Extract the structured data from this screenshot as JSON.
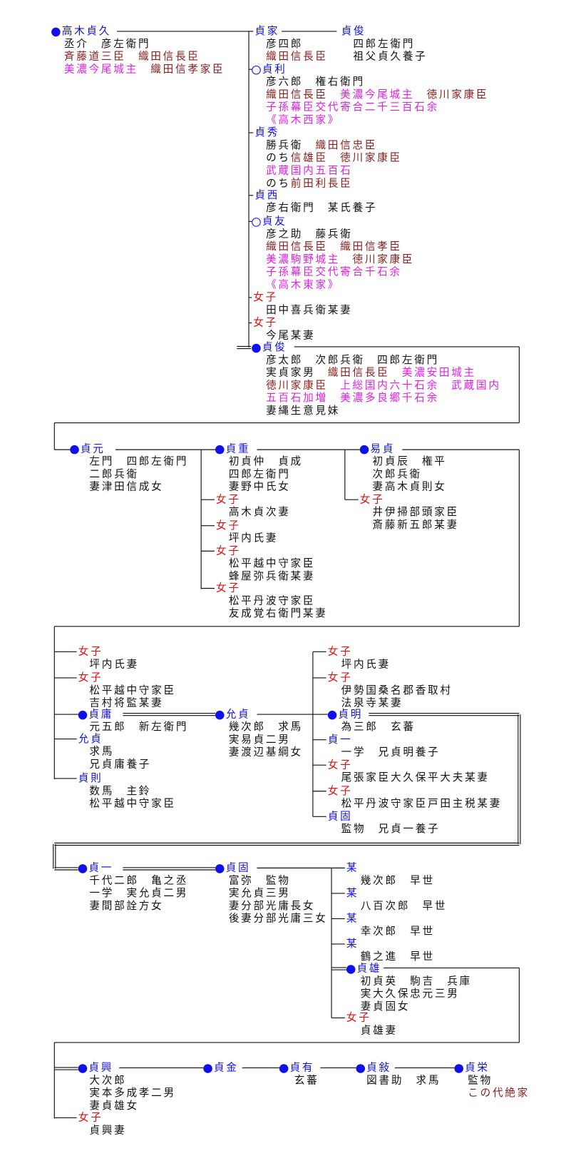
{
  "colors": {
    "name": "#1010e0",
    "daughter": "#e01010",
    "brown": "#8b1c1c",
    "magenta": "#e020e0",
    "marker": "#1010e8"
  },
  "nodes": [
    {
      "id": "n1",
      "name": "高木貞久",
      "kind": "name",
      "marker": "filled",
      "lines": [
        [
          {
            "c": "k",
            "t": "丞介　彦左衛門"
          }
        ],
        [
          {
            "c": "b",
            "t": "斉藤道三臣　織田信長臣"
          }
        ],
        [
          {
            "c": "m",
            "t": "美濃今尾城主　"
          },
          {
            "c": "b",
            "t": "織田信孝家臣"
          }
        ]
      ]
    },
    {
      "id": "n2",
      "name": "貞家",
      "kind": "name",
      "marker": "none",
      "lines": [
        [
          {
            "c": "k",
            "t": "彦四郎"
          }
        ],
        [
          {
            "c": "b",
            "t": "織田信長臣"
          }
        ]
      ]
    },
    {
      "id": "n3",
      "name": "貞俊",
      "kind": "name",
      "marker": "none",
      "lines": [
        [
          {
            "c": "k",
            "t": "四郎左衛門"
          }
        ],
        [
          {
            "c": "k",
            "t": "祖父貞久養子"
          }
        ]
      ]
    },
    {
      "id": "n4",
      "name": "貞利",
      "kind": "name",
      "marker": "hollow",
      "lines": [
        [
          {
            "c": "k",
            "t": "彦六郎　権右衛門"
          }
        ],
        [
          {
            "c": "b",
            "t": "織田信長臣　"
          },
          {
            "c": "m",
            "t": "美濃今尾城主　"
          },
          {
            "c": "b",
            "t": "徳川家康臣"
          }
        ],
        [
          {
            "c": "m",
            "t": "子孫幕臣交代寄合二千三百石余"
          }
        ],
        [
          {
            "c": "m",
            "t": "《高木西家》"
          }
        ]
      ]
    },
    {
      "id": "n5",
      "name": "貞秀",
      "kind": "name",
      "marker": "none",
      "lines": [
        [
          {
            "c": "k",
            "t": "勝兵衛　"
          },
          {
            "c": "b",
            "t": "織田信忠臣"
          }
        ],
        [
          {
            "c": "k",
            "t": "のち"
          },
          {
            "c": "b",
            "t": "信雄臣　徳川家康臣"
          }
        ],
        [
          {
            "c": "m",
            "t": "武蔵国内五百石"
          }
        ],
        [
          {
            "c": "k",
            "t": "のち"
          },
          {
            "c": "b",
            "t": "前田利長臣"
          }
        ]
      ]
    },
    {
      "id": "n6",
      "name": "貞西",
      "kind": "name",
      "marker": "none",
      "lines": [
        [
          {
            "c": "k",
            "t": "彦右衛門　某氏養子"
          }
        ]
      ]
    },
    {
      "id": "n7",
      "name": "貞友",
      "kind": "name",
      "marker": "hollow",
      "lines": [
        [
          {
            "c": "k",
            "t": "彦之助　藤兵衛"
          }
        ],
        [
          {
            "c": "b",
            "t": "織田信長臣　織田信孝臣"
          }
        ],
        [
          {
            "c": "m",
            "t": "美濃駒野城主　"
          },
          {
            "c": "b",
            "t": "徳川家康臣"
          }
        ],
        [
          {
            "c": "m",
            "t": "子孫幕臣交代寄合千石余"
          }
        ],
        [
          {
            "c": "m",
            "t": "《高木東家》"
          }
        ]
      ]
    },
    {
      "id": "n8",
      "name": "女子",
      "kind": "daughter",
      "marker": "none",
      "lines": [
        [
          {
            "c": "k",
            "t": "田中喜兵衛某妻"
          }
        ]
      ]
    },
    {
      "id": "n9",
      "name": "女子",
      "kind": "daughter",
      "marker": "none",
      "lines": [
        [
          {
            "c": "k",
            "t": "今尾某妻"
          }
        ]
      ]
    },
    {
      "id": "n10",
      "name": "貞俊",
      "kind": "name",
      "marker": "filled",
      "lines": [
        [
          {
            "c": "k",
            "t": "彦太郎　次郎兵衛　四郎左衛門"
          }
        ],
        [
          {
            "c": "k",
            "t": "実貞家男　"
          },
          {
            "c": "b",
            "t": "織田信長臣　"
          },
          {
            "c": "m",
            "t": "美濃安田城主"
          }
        ],
        [
          {
            "c": "b",
            "t": "徳川家康臣　"
          },
          {
            "c": "m",
            "t": "上総国内六十石余　武蔵国内"
          }
        ],
        [
          {
            "c": "m",
            "t": "五百石加増　美濃多良郷千石余"
          }
        ],
        [
          {
            "c": "k",
            "t": "妻縄生意見妹"
          }
        ]
      ]
    },
    {
      "id": "n11",
      "name": "貞元",
      "kind": "name",
      "marker": "filled",
      "lines": [
        [
          {
            "c": "k",
            "t": "左門　四郎左衛門"
          }
        ],
        [
          {
            "c": "k",
            "t": "二郎兵衛"
          }
        ],
        [
          {
            "c": "k",
            "t": "妻津田信成女"
          }
        ]
      ]
    },
    {
      "id": "n12",
      "name": "貞重",
      "kind": "name",
      "marker": "filled",
      "lines": [
        [
          {
            "c": "k",
            "t": "初貞仲　貞成"
          }
        ],
        [
          {
            "c": "k",
            "t": "四郎左衛門"
          }
        ],
        [
          {
            "c": "k",
            "t": "妻野中氏女"
          }
        ]
      ]
    },
    {
      "id": "n13",
      "name": "女子",
      "kind": "daughter",
      "marker": "none",
      "lines": [
        [
          {
            "c": "k",
            "t": "高木貞次妻"
          }
        ]
      ]
    },
    {
      "id": "n14",
      "name": "女子",
      "kind": "daughter",
      "marker": "none",
      "lines": [
        [
          {
            "c": "k",
            "t": "坪内氏妻"
          }
        ]
      ]
    },
    {
      "id": "n15",
      "name": "女子",
      "kind": "daughter",
      "marker": "none",
      "lines": [
        [
          {
            "c": "k",
            "t": "松平越中守家臣"
          }
        ],
        [
          {
            "c": "k",
            "t": "蜂屋弥兵衛某妻"
          }
        ]
      ]
    },
    {
      "id": "n16",
      "name": "女子",
      "kind": "daughter",
      "marker": "none",
      "lines": [
        [
          {
            "c": "k",
            "t": "松平丹波守家臣"
          }
        ],
        [
          {
            "c": "k",
            "t": "友成覚右衛門某妻"
          }
        ]
      ]
    },
    {
      "id": "n17",
      "name": "易貞",
      "kind": "name",
      "marker": "filled",
      "lines": [
        [
          {
            "c": "k",
            "t": "初貞辰　権平"
          }
        ],
        [
          {
            "c": "k",
            "t": "次郎兵衛"
          }
        ],
        [
          {
            "c": "k",
            "t": "妻高木貞則女"
          }
        ]
      ]
    },
    {
      "id": "n18",
      "name": "女子",
      "kind": "daughter",
      "marker": "none",
      "lines": [
        [
          {
            "c": "k",
            "t": "井伊掃部頭家臣"
          }
        ],
        [
          {
            "c": "k",
            "t": "斎藤新五郎某妻"
          }
        ]
      ]
    },
    {
      "id": "n19",
      "name": "女子",
      "kind": "daughter",
      "marker": "none",
      "lines": [
        [
          {
            "c": "k",
            "t": "坪内氏妻"
          }
        ]
      ]
    },
    {
      "id": "n20",
      "name": "女子",
      "kind": "daughter",
      "marker": "none",
      "lines": [
        [
          {
            "c": "k",
            "t": "松平越中守家臣"
          }
        ],
        [
          {
            "c": "k",
            "t": "吉村将監某妻"
          }
        ]
      ]
    },
    {
      "id": "n21",
      "name": "貞庸",
      "kind": "name",
      "marker": "filled",
      "lines": [
        [
          {
            "c": "k",
            "t": "元五郎　新左衛門"
          }
        ]
      ]
    },
    {
      "id": "n22",
      "name": "允貞",
      "kind": "name",
      "marker": "none",
      "lines": [
        [
          {
            "c": "k",
            "t": "求馬"
          }
        ],
        [
          {
            "c": "k",
            "t": "兄貞庸養子"
          }
        ]
      ]
    },
    {
      "id": "n23",
      "name": "貞則",
      "kind": "name",
      "marker": "none",
      "lines": [
        [
          {
            "c": "k",
            "t": "数馬　主鈴"
          }
        ],
        [
          {
            "c": "k",
            "t": "松平越中守家臣"
          }
        ]
      ]
    },
    {
      "id": "n24",
      "name": "允貞",
      "kind": "name",
      "marker": "filled",
      "lines": [
        [
          {
            "c": "k",
            "t": "幾次郎　求馬"
          }
        ],
        [
          {
            "c": "k",
            "t": "実易貞二男"
          }
        ],
        [
          {
            "c": "k",
            "t": "妻渡辺基綱女"
          }
        ]
      ]
    },
    {
      "id": "n25",
      "name": "女子",
      "kind": "daughter",
      "marker": "none",
      "lines": [
        [
          {
            "c": "k",
            "t": "坪内氏妻"
          }
        ]
      ]
    },
    {
      "id": "n26",
      "name": "女子",
      "kind": "daughter",
      "marker": "none",
      "lines": [
        [
          {
            "c": "k",
            "t": "伊勢国桑名郡香取村"
          }
        ],
        [
          {
            "c": "k",
            "t": "法泉寺某妻"
          }
        ]
      ]
    },
    {
      "id": "n27",
      "name": "貞明",
      "kind": "name",
      "marker": "filled",
      "lines": [
        [
          {
            "c": "k",
            "t": "為三郎　玄蕃"
          }
        ]
      ]
    },
    {
      "id": "n28",
      "name": "貞一",
      "kind": "name",
      "marker": "none",
      "lines": [
        [
          {
            "c": "k",
            "t": "一学　兄貞明養子"
          }
        ]
      ]
    },
    {
      "id": "n29",
      "name": "女子",
      "kind": "daughter",
      "marker": "none",
      "lines": [
        [
          {
            "c": "k",
            "t": "尾張家臣大久保平大夫某妻"
          }
        ]
      ]
    },
    {
      "id": "n30",
      "name": "女子",
      "kind": "daughter",
      "marker": "none",
      "lines": [
        [
          {
            "c": "k",
            "t": "松平丹波守家臣戸田主税某妻"
          }
        ]
      ]
    },
    {
      "id": "n31",
      "name": "貞固",
      "kind": "name",
      "marker": "none",
      "lines": [
        [
          {
            "c": "k",
            "t": "監物　兄貞一養子"
          }
        ]
      ]
    },
    {
      "id": "n32",
      "name": "貞一",
      "kind": "name",
      "marker": "filled",
      "lines": [
        [
          {
            "c": "k",
            "t": "千代二郎　亀之丞"
          }
        ],
        [
          {
            "c": "k",
            "t": "一学　実允貞二男"
          }
        ],
        [
          {
            "c": "k",
            "t": "妻間部詮方女"
          }
        ]
      ]
    },
    {
      "id": "n33",
      "name": "貞固",
      "kind": "name",
      "marker": "filled",
      "lines": [
        [
          {
            "c": "k",
            "t": "富弥　監物"
          }
        ],
        [
          {
            "c": "k",
            "t": "実允貞三男"
          }
        ],
        [
          {
            "c": "k",
            "t": "妻分部光庸長女"
          }
        ],
        [
          {
            "c": "k",
            "t": "後妻分部光庸三女"
          }
        ]
      ]
    },
    {
      "id": "n34",
      "name": "某",
      "kind": "name",
      "marker": "none",
      "lines": [
        [
          {
            "c": "k",
            "t": "幾次郎　早世"
          }
        ]
      ]
    },
    {
      "id": "n35",
      "name": "某",
      "kind": "name",
      "marker": "none",
      "lines": [
        [
          {
            "c": "k",
            "t": "八百次郎　早世"
          }
        ]
      ]
    },
    {
      "id": "n36",
      "name": "某",
      "kind": "name",
      "marker": "none",
      "lines": [
        [
          {
            "c": "k",
            "t": "幸次郎　早世"
          }
        ]
      ]
    },
    {
      "id": "n37",
      "name": "某",
      "kind": "name",
      "marker": "none",
      "lines": [
        [
          {
            "c": "k",
            "t": "鶴之進　早世"
          }
        ]
      ]
    },
    {
      "id": "n38",
      "name": "貞雄",
      "kind": "name",
      "marker": "filled",
      "lines": [
        [
          {
            "c": "k",
            "t": "初貞英　駒吉　兵庫"
          }
        ],
        [
          {
            "c": "k",
            "t": "実大久保忠元三男"
          }
        ],
        [
          {
            "c": "k",
            "t": "妻貞固女"
          }
        ]
      ]
    },
    {
      "id": "n39",
      "name": "女子",
      "kind": "daughter",
      "marker": "none",
      "lines": [
        [
          {
            "c": "k",
            "t": "貞雄妻"
          }
        ]
      ]
    },
    {
      "id": "n40",
      "name": "貞興",
      "kind": "name",
      "marker": "filled",
      "lines": [
        [
          {
            "c": "k",
            "t": "大次郎"
          }
        ],
        [
          {
            "c": "k",
            "t": "実本多成孝二男"
          }
        ],
        [
          {
            "c": "k",
            "t": "妻貞雄女"
          }
        ]
      ]
    },
    {
      "id": "n41",
      "name": "女子",
      "kind": "daughter",
      "marker": "none",
      "lines": [
        [
          {
            "c": "k",
            "t": "貞興妻"
          }
        ]
      ]
    },
    {
      "id": "n42",
      "name": "貞金",
      "kind": "name",
      "marker": "filled",
      "lines": []
    },
    {
      "id": "n43",
      "name": "貞有",
      "kind": "name",
      "marker": "filled",
      "lines": [
        [
          {
            "c": "k",
            "t": "玄蕃"
          }
        ]
      ]
    },
    {
      "id": "n44",
      "name": "貞敍",
      "kind": "name",
      "marker": "filled",
      "lines": [
        [
          {
            "c": "k",
            "t": "図書助　求馬"
          }
        ]
      ]
    },
    {
      "id": "n45",
      "name": "貞栄",
      "kind": "name",
      "marker": "filled",
      "lines": [
        [
          {
            "c": "k",
            "t": "監物"
          }
        ],
        [
          {
            "c": "b",
            "t": "この代絶家"
          }
        ]
      ]
    }
  ]
}
